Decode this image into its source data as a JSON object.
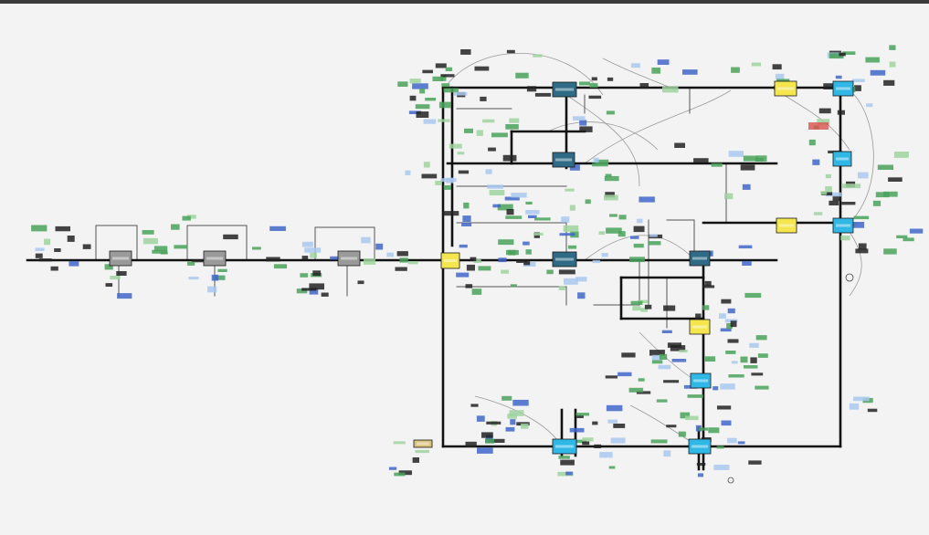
{
  "colors": {
    "background": "#f3f3f3",
    "topbar": "#3a3a3a",
    "bus": "#111111",
    "thin_line": "#555555",
    "curve": "#9a9a9a",
    "node_gray": "#9a9a9a",
    "node_yellow": "#f4e64c",
    "node_dark_teal": "#2f6b86",
    "node_cyan": "#2fb8e6",
    "node_tan": "#d9c27a",
    "tag_green": "#49a25a",
    "tag_green_light": "#9fd49f",
    "tag_blue": "#3f66c9",
    "tag_blue_light": "#a9c8ef",
    "tag_red": "#d9534f",
    "tag_black": "#222222"
  },
  "diagram": {
    "description_visible_text": "",
    "node_colors": [
      "gray",
      "gray",
      "gray",
      "yellow",
      "dark-teal",
      "dark-teal",
      "dark-teal",
      "dark-teal",
      "yellow",
      "yellow",
      "cyan",
      "cyan",
      "cyan",
      "yellow",
      "cyan",
      "cyan",
      "cyan",
      "tan"
    ]
  }
}
